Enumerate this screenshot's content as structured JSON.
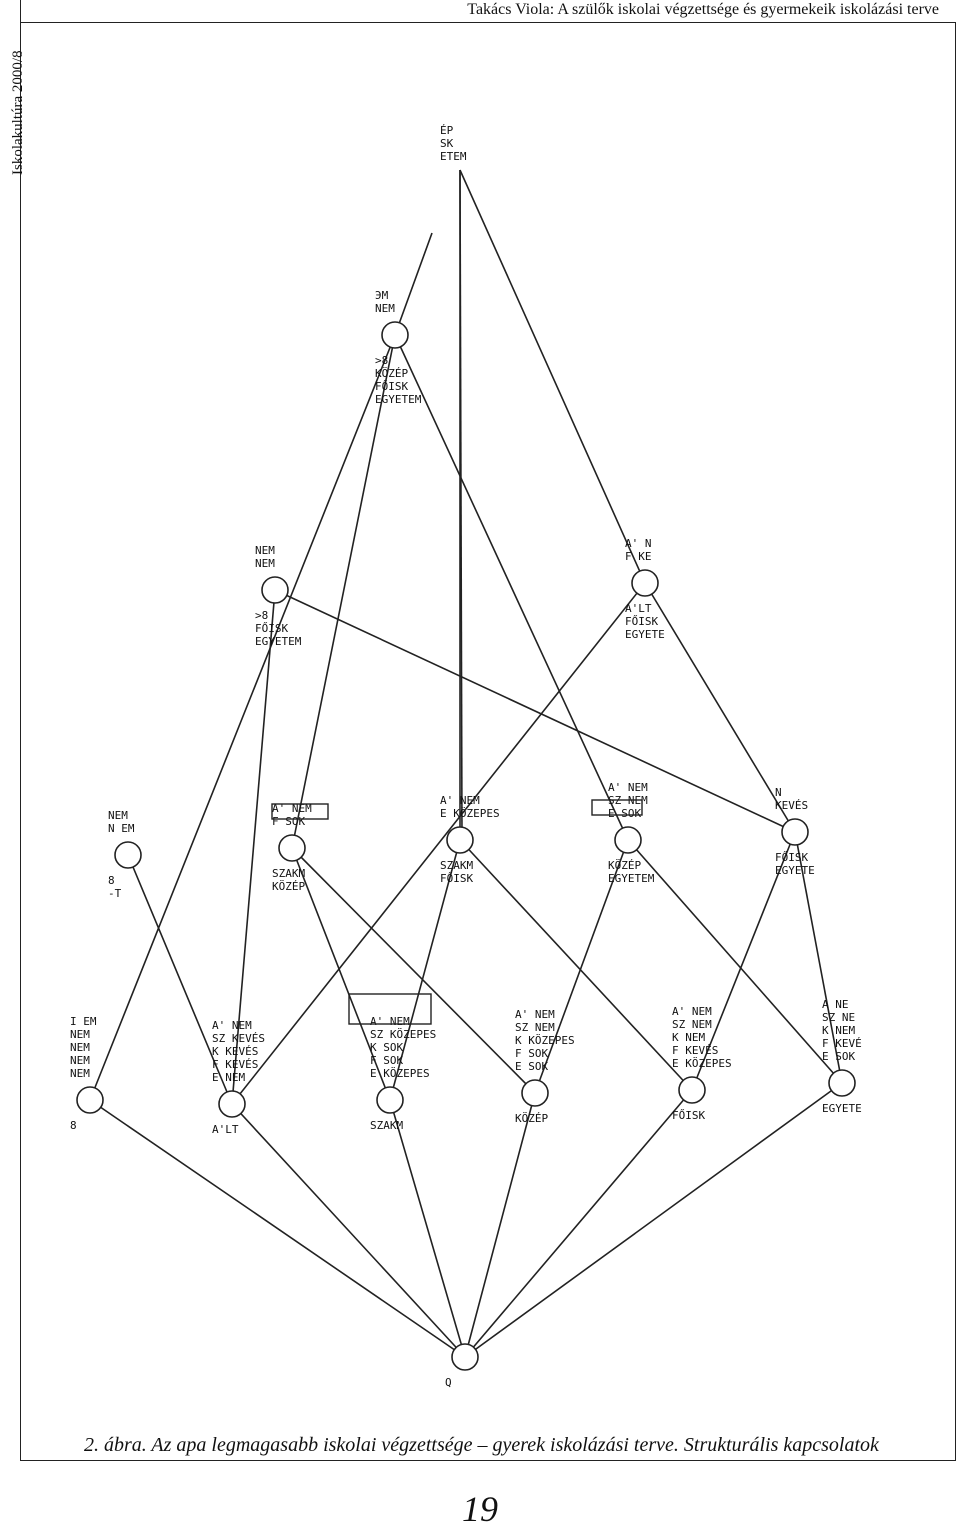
{
  "sidebar": {
    "text": "Iskolakultúra 2000/8"
  },
  "header": {
    "title": "Takács Viola: A szülők iskolai végzettsége és gyermekeik iskolázási terve"
  },
  "figure": {
    "caption": "2. ábra. Az apa legmagasabb iskolai végzettsége – gyerek iskolázási terve. Strukturális kapcsolatok",
    "nodes": [
      {
        "id": "top",
        "labels_above": [
          "ÉP",
          "SK",
          "ETEM"
        ],
        "labels_below": []
      },
      {
        "id": "n1",
        "labels_above": [
          "ЭМ",
          "NEM"
        ],
        "labels_below": [
          ">8",
          "KÖZÉP",
          "FŐISK",
          "EGYETEM"
        ]
      },
      {
        "id": "n2",
        "labels_above": [
          "NEM",
          "NEM"
        ],
        "labels_below": [
          ">8",
          "FŐISK",
          "EGYETEM"
        ]
      },
      {
        "id": "n3",
        "labels_above": [
          "A' N",
          "F KE"
        ],
        "labels_below": [
          "A'LT",
          "FŐISK",
          "EGYETE"
        ]
      },
      {
        "id": "n4",
        "labels_above": [
          "NEM",
          "N EM"
        ],
        "labels_below": [
          "8",
          "-T"
        ]
      },
      {
        "id": "n5",
        "labels_above": [
          "A' NEM",
          "F SOK"
        ],
        "labels_below": [
          "SZAKM",
          "KÖZÉP"
        ]
      },
      {
        "id": "n6",
        "labels_above": [
          "A' NEM",
          "E KÖZEPES"
        ],
        "labels_below": [
          "SZAKM",
          "FŐISK"
        ]
      },
      {
        "id": "n7",
        "labels_above": [
          "A' NEM",
          "SZ NEM",
          "E SOK"
        ],
        "labels_below": [
          "KÖZÉP",
          "EGYETEM"
        ]
      },
      {
        "id": "n8",
        "labels_above": [
          "N",
          "KEVÉS"
        ],
        "labels_below": [
          "FŐISK",
          "EGYETE"
        ]
      },
      {
        "id": "n9",
        "labels_above": [
          "I EM",
          "NEM",
          "NEM",
          "NEM",
          "NEM"
        ],
        "labels_below": [
          "8"
        ]
      },
      {
        "id": "n10",
        "labels_above": [
          "A' NEM",
          "SZ KEVÉS",
          "K KEVÉS",
          "F KEVÉS",
          "E NEM"
        ],
        "labels_below": [
          "A'LT"
        ]
      },
      {
        "id": "n11",
        "labels_above": [
          "A' NEM",
          "SZ KÖZEPES",
          "K SOK",
          "F SOK",
          "E KÖZEPES"
        ],
        "labels_below": [
          "SZAKM"
        ]
      },
      {
        "id": "n12",
        "labels_above": [
          "A' NEM",
          "SZ NEM",
          "K KÖZEPES",
          "F SOK",
          "E SOK"
        ],
        "labels_below": [
          "KÖZÉP"
        ]
      },
      {
        "id": "n13",
        "labels_above": [
          "A' NEM",
          "SZ NEM",
          "K NEM",
          "F KEVÉS",
          "E KÖZEPES"
        ],
        "labels_below": [
          "FŐISK"
        ]
      },
      {
        "id": "n14",
        "labels_above": [
          "A NE",
          "SZ NE",
          "K NEM",
          "F KEVÉ",
          "E SOK"
        ],
        "labels_below": [
          "EGYETE"
        ]
      },
      {
        "id": "bottom",
        "labels_above": [],
        "labels_below": [
          "Q"
        ]
      }
    ]
  },
  "page_number": "19"
}
